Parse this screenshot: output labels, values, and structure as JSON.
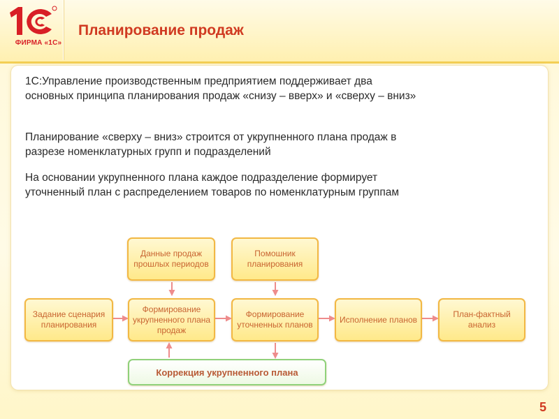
{
  "header": {
    "logo_caption": "ФИРМА «1С»",
    "title": "Планирование продаж"
  },
  "text": {
    "p1": "1С:Управление производственным предприятием поддерживает два основных принципа планирования продаж «снизу – вверх» и «сверху – вниз»",
    "p2": "Планирование «сверху – вниз» строится от укрупненного плана продаж в разрезе номенклатурных групп и подразделений",
    "p3": "На основании укрупненного плана каждое подразделение формирует уточненный план с распределением товаров по номенклатурным группам"
  },
  "diagram": {
    "nodes": {
      "past_sales": "Данные продаж прошлых периодов",
      "planning_assistant": "Помошник планирования",
      "scenario": "Задание сценария планирования",
      "aggregated_plan": "Формирование укрупненного плана продаж",
      "refined_plan": "Формирование уточненных планов",
      "execution": "Исполнение планов",
      "plan_fact": "План-фактный анализ",
      "correction": "Коррекция укрупненного плана"
    }
  },
  "footer": {
    "slide_number": "5"
  },
  "colors": {
    "accent": "#d03a21",
    "node_border": "#f2b844",
    "node_text": "#c86430",
    "correction_border": "#8fd17a",
    "arrow": "#ee8c8c"
  }
}
